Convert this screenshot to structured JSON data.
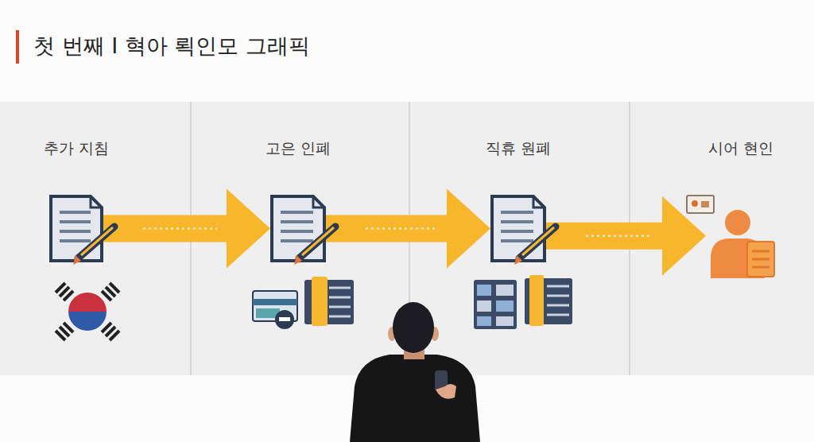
{
  "diagram": {
    "title": "첫 번째 I 혁아 뢱인모 그래픽",
    "nodes": [
      {
        "text": [
          "추가 지침"
        ]
      },
      {
        "text": [
          "고은 인폐"
        ]
      },
      {
        "text": [
          "직휴 원폐"
        ]
      },
      {
        "text": [
          "시어 현인"
        ]
      }
    ],
    "edges": [
      {
        "from": 0,
        "to": 1,
        "arrow": "to"
      },
      {
        "from": 1,
        "to": 2,
        "arrow": "to"
      },
      {
        "from": 2,
        "to": 3,
        "arrow": "to"
      }
    ]
  }
}
